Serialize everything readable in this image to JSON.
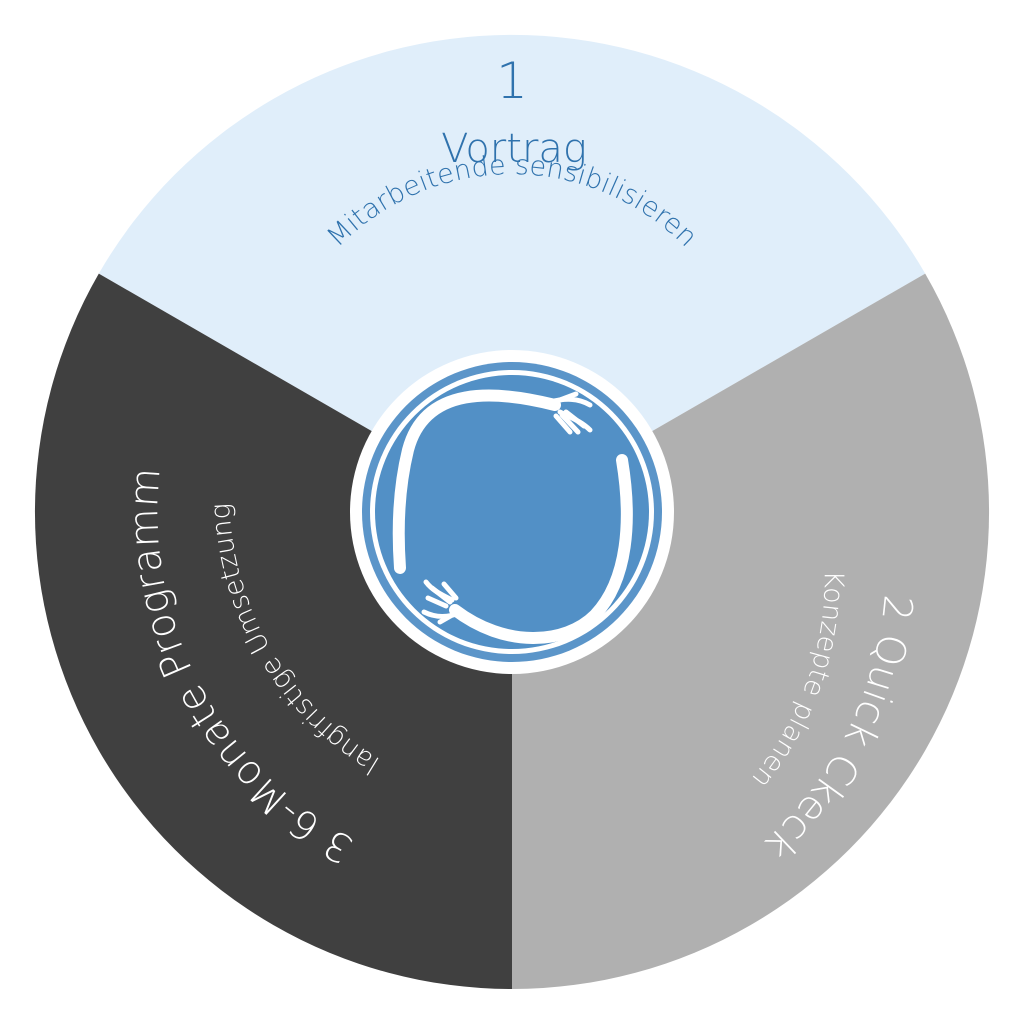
{
  "colors": {
    "segment1": "#e0eefa",
    "segment2": "#b0b0b0",
    "segment3": "#404040",
    "text1": "#2f72ad",
    "text2": "#ffffff",
    "text3": "#ffffff",
    "hub_ring": "#5b95c9",
    "hub_fill": "#5290c6",
    "hub_gap": "#ffffff"
  },
  "segments": [
    {
      "number": "1",
      "title": "Vortrag",
      "subtitle": "Mitarbeitende sensibilisieren"
    },
    {
      "number": "2",
      "title": "Quick Ckeck",
      "subtitle": "Konzepte planen"
    },
    {
      "number": "3",
      "title": "6-Monate Programm",
      "subtitle": "langfristige Umsetzung"
    }
  ],
  "hub": {
    "icon": "embracing-hands-icon"
  }
}
